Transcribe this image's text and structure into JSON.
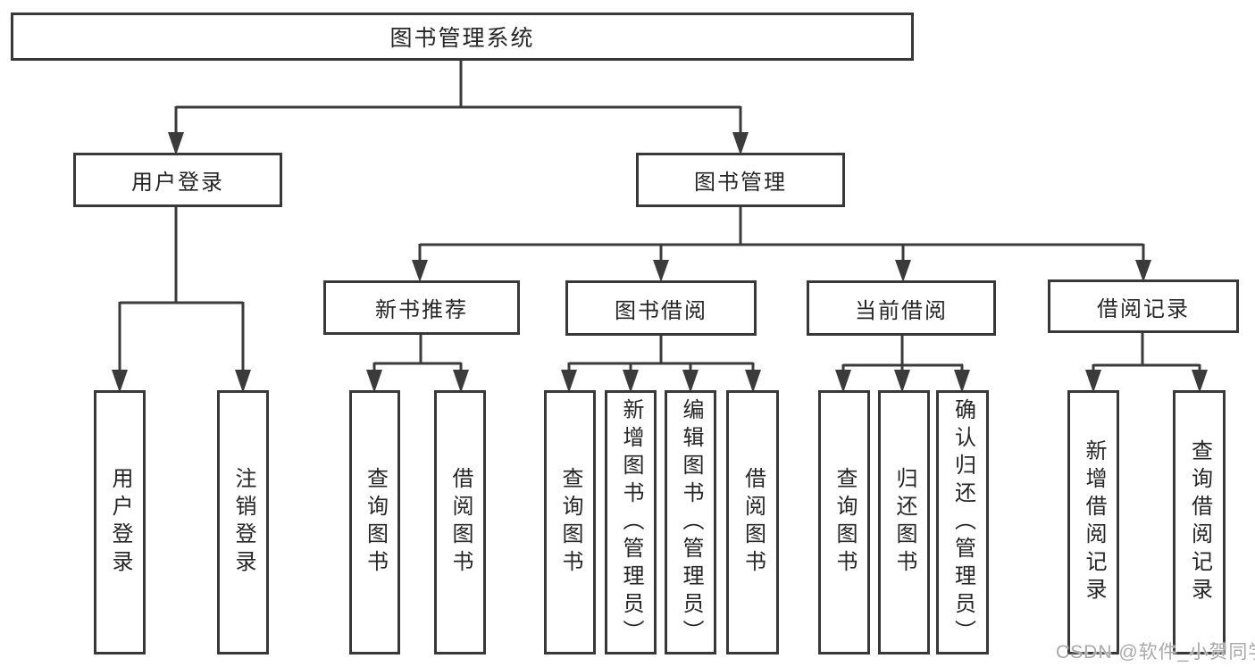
{
  "diagram_type": "hierarchy-tree",
  "tree": {
    "label": "图书管理系统",
    "children": [
      {
        "label": "用户登录",
        "children": [
          {
            "label": "用户登录"
          },
          {
            "label": "注销登录"
          }
        ]
      },
      {
        "label": "图书管理",
        "children": [
          {
            "label": "新书推荐",
            "children": [
              {
                "label": "查询图书"
              },
              {
                "label": "借阅图书"
              }
            ]
          },
          {
            "label": "图书借阅",
            "children": [
              {
                "label": "查询图书"
              },
              {
                "label": "新增图书（管理员）"
              },
              {
                "label": "编辑图书（管理员）"
              },
              {
                "label": "借阅图书"
              }
            ]
          },
          {
            "label": "当前借阅",
            "children": [
              {
                "label": "查询图书"
              },
              {
                "label": "归还图书"
              },
              {
                "label": "确认归还（管理员）"
              }
            ]
          },
          {
            "label": "借阅记录",
            "children": [
              {
                "label": "新增借阅记录"
              },
              {
                "label": "查询借阅记录"
              }
            ]
          }
        ]
      }
    ]
  },
  "colors": {
    "line": "#3b3b3b",
    "border": "#383838",
    "text": "#262626",
    "watermark": "#a9a9a9",
    "background": "#ffffff"
  },
  "watermark": {
    "text": "CSDN @软件_小贺同学"
  }
}
